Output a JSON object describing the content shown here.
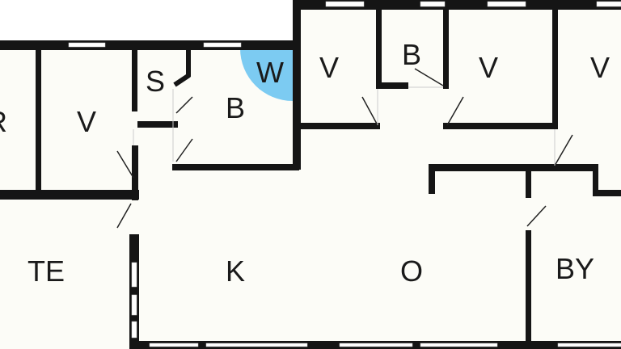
{
  "rooms": {
    "r_left": "R",
    "v1": "V",
    "s": "S",
    "b1": "B",
    "w": "W",
    "v2": "V",
    "b2": "B",
    "v3": "V",
    "v4": "V",
    "te": "TE",
    "k": "K",
    "o": "O",
    "by": "BY"
  },
  "colors": {
    "floor": "#fcfcf7",
    "wall": "#151515",
    "wardrobe": "#7ccbf2"
  }
}
